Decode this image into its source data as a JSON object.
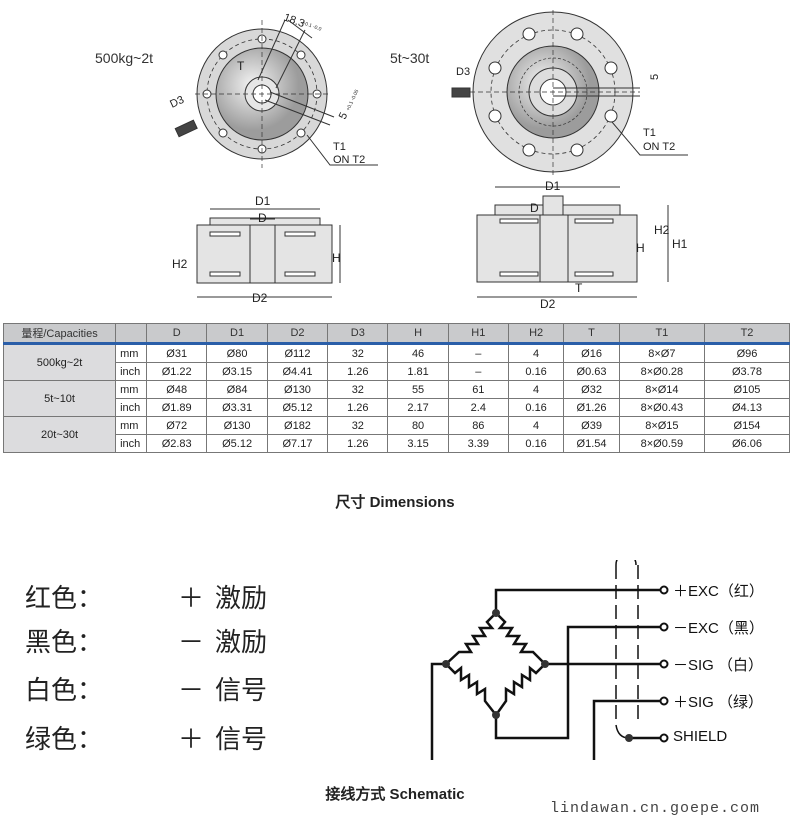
{
  "drawings": {
    "left_label": "500kg~2t",
    "right_label": "5t~30t",
    "dims": {
      "slot_width": "18.3",
      "slot_tol": "+0.1 -0.0",
      "slot_depth": "5",
      "depth_tol": "+0.1 -0.05",
      "T": "T",
      "D3": "D3",
      "T1": "T1",
      "on_t2": "ON  T2",
      "D1": "D1",
      "D": "D",
      "D2": "D2",
      "H": "H",
      "H1": "H1",
      "H2": "H2"
    }
  },
  "table": {
    "headers": [
      "量程/Capacities",
      "",
      "D",
      "D1",
      "D2",
      "D3",
      "H",
      "H1",
      "H2",
      "T",
      "T1",
      "T2"
    ],
    "groups": [
      {
        "capacity": "500kg~2t",
        "rows": [
          {
            "unit": "mm",
            "values": [
              "Ø31",
              "Ø80",
              "Ø112",
              "32",
              "46",
              "–",
              "4",
              "Ø16",
              "8×Ø7",
              "Ø96"
            ]
          },
          {
            "unit": "inch",
            "values": [
              "Ø1.22",
              "Ø3.15",
              "Ø4.41",
              "1.26",
              "1.81",
              "–",
              "0.16",
              "Ø0.63",
              "8×Ø0.28",
              "Ø3.78"
            ]
          }
        ]
      },
      {
        "capacity": "5t~10t",
        "rows": [
          {
            "unit": "mm",
            "values": [
              "Ø48",
              "Ø84",
              "Ø130",
              "32",
              "55",
              "61",
              "4",
              "Ø32",
              "8×Ø14",
              "Ø105"
            ]
          },
          {
            "unit": "inch",
            "values": [
              "Ø1.89",
              "Ø3.31",
              "Ø5.12",
              "1.26",
              "2.17",
              "2.4",
              "0.16",
              "Ø1.26",
              "8×Ø0.43",
              "Ø4.13"
            ]
          }
        ]
      },
      {
        "capacity": "20t~30t",
        "rows": [
          {
            "unit": "mm",
            "values": [
              "Ø72",
              "Ø130",
              "Ø182",
              "32",
              "80",
              "86",
              "4",
              "Ø39",
              "8×Ø15",
              "Ø154"
            ]
          },
          {
            "unit": "inch",
            "values": [
              "Ø2.83",
              "Ø5.12",
              "Ø7.17",
              "1.26",
              "3.15",
              "3.39",
              "0.16",
              "Ø1.54",
              "8×Ø0.59",
              "Ø6.06"
            ]
          }
        ]
      }
    ]
  },
  "dimensions_title": "尺寸 Dimensions",
  "legend": [
    {
      "color": "红色：",
      "sign": "＋",
      "meaning": "激励"
    },
    {
      "color": "黑色：",
      "sign": "－",
      "meaning": "激励"
    },
    {
      "color": "白色：",
      "sign": "－",
      "meaning": "信号"
    },
    {
      "color": "绿色：",
      "sign": "＋",
      "meaning": "信号"
    }
  ],
  "terminals": [
    "＋EXC（红）",
    "－EXC（黑）",
    "－SIG （白）",
    "＋SIG （绿）",
    "SHIELD"
  ],
  "schematic_title": "接线方式 Schematic",
  "watermark": "lindawan.cn.goepe.com"
}
